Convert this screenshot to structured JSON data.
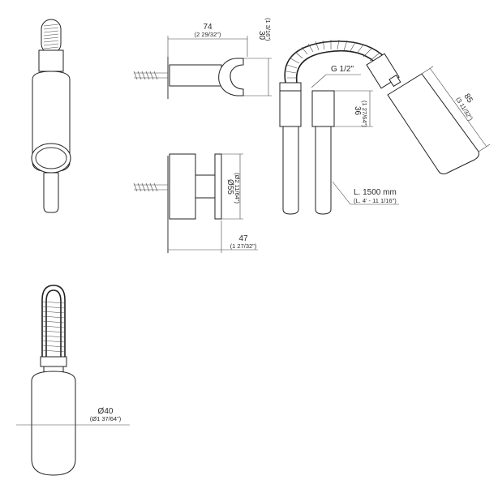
{
  "dimensions": {
    "width_mm": "74",
    "width_in": "(2 29/32\")",
    "holder_mm": "30",
    "holder_in": "(1 3/16\")",
    "thread": "G 1/2\"",
    "head_len_mm": "85",
    "head_len_in": "(3 11/32\")",
    "conn_len_mm": "36",
    "conn_len_in": "(1 27/64\")",
    "flange_dia_mm": "Ø55",
    "flange_dia_in": "(Ø2 11/64\")",
    "hose_len_mm": "L. 1500 mm",
    "hose_len_in": "(L. 4' - 11 1/16\")",
    "depth_mm": "47",
    "depth_in": "(1 27/32\")",
    "body_dia_mm": "Ø40",
    "body_dia_in": "(Ø1 37/64\")"
  },
  "colors": {
    "line": "#333333",
    "hose": "#222222",
    "background": "#ffffff"
  }
}
